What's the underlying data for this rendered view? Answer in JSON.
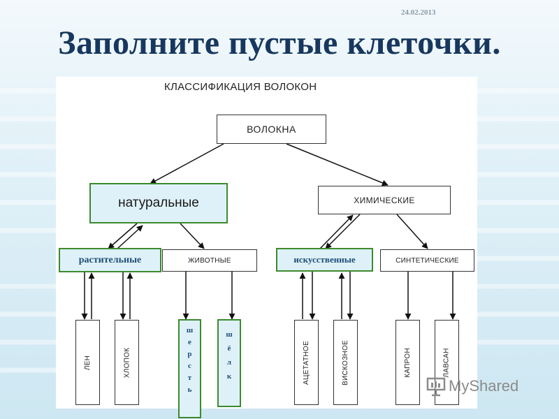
{
  "slide": {
    "date": "24.02.2013",
    "title": "Заполните пустые клеточки."
  },
  "diagram": {
    "heading": "КЛАССИФИКАЦИЯ ВОЛОКОН",
    "root": "ВОЛОКНА",
    "natural": "натуральные",
    "chemical": "ХИМИЧЕСКИЕ",
    "plant": "растительные",
    "animal": "ЖИВОТНЫЕ",
    "artificial": "искусственные",
    "synthetic": "СИНТЕТИЧЕСКИЕ",
    "leaves": {
      "flax": "ЛЕН",
      "cotton": "ХЛОПОК",
      "wool": [
        "ш",
        "е",
        "р",
        "с",
        "т",
        "ь"
      ],
      "silk": [
        "ш",
        "ё",
        "л",
        "к"
      ],
      "acetate": "АЦЕТАТНОЕ",
      "viscose": "ВИСКОЗНОЕ",
      "kapron": "КАПРОН",
      "lavsan": "ЛАВСАН"
    }
  },
  "watermark": {
    "brand": "MyShared",
    "icon": "myshared-logo-icon"
  }
}
